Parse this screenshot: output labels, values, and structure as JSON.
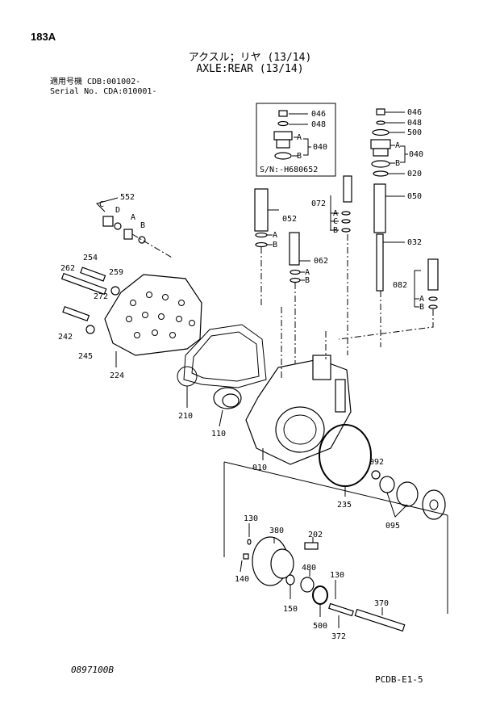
{
  "header": {
    "page_code": "183A",
    "title_jp": "アクスル；リヤ (13/14)",
    "title_en": "AXLE:REAR (13/14)",
    "serial_line1": "適用号機 CDB:001002-",
    "serial_line2": "Serial No. CDA:010001-"
  },
  "inset": {
    "serial_note": "S/N:-H680652"
  },
  "parts": {
    "p046a": "046",
    "p048a": "048",
    "p040a": "040",
    "p046b": "046",
    "p048b": "048",
    "p500a": "500",
    "p040b": "040",
    "p020": "020",
    "p050": "050",
    "p072": "072",
    "p052": "052",
    "p552": "552",
    "p032": "032",
    "p062": "062",
    "p082": "082",
    "p254": "254",
    "p262": "262",
    "p259": "259",
    "p272": "272",
    "p242": "242",
    "p245": "245",
    "p224": "224",
    "p210": "210",
    "p110": "110",
    "p010": "010",
    "p092": "092",
    "p235": "235",
    "p095": "095",
    "p130a": "130",
    "p380": "380",
    "p202": "202",
    "p140": "140",
    "p480": "480",
    "p130b": "130",
    "p150": "150",
    "p370": "370",
    "p500b": "500",
    "p372": "372"
  },
  "sub": {
    "A": "A",
    "B": "B",
    "C": "C",
    "D": "D"
  },
  "footer": {
    "left_code": "0897100B",
    "right_code": "PCDB-E1-5"
  }
}
